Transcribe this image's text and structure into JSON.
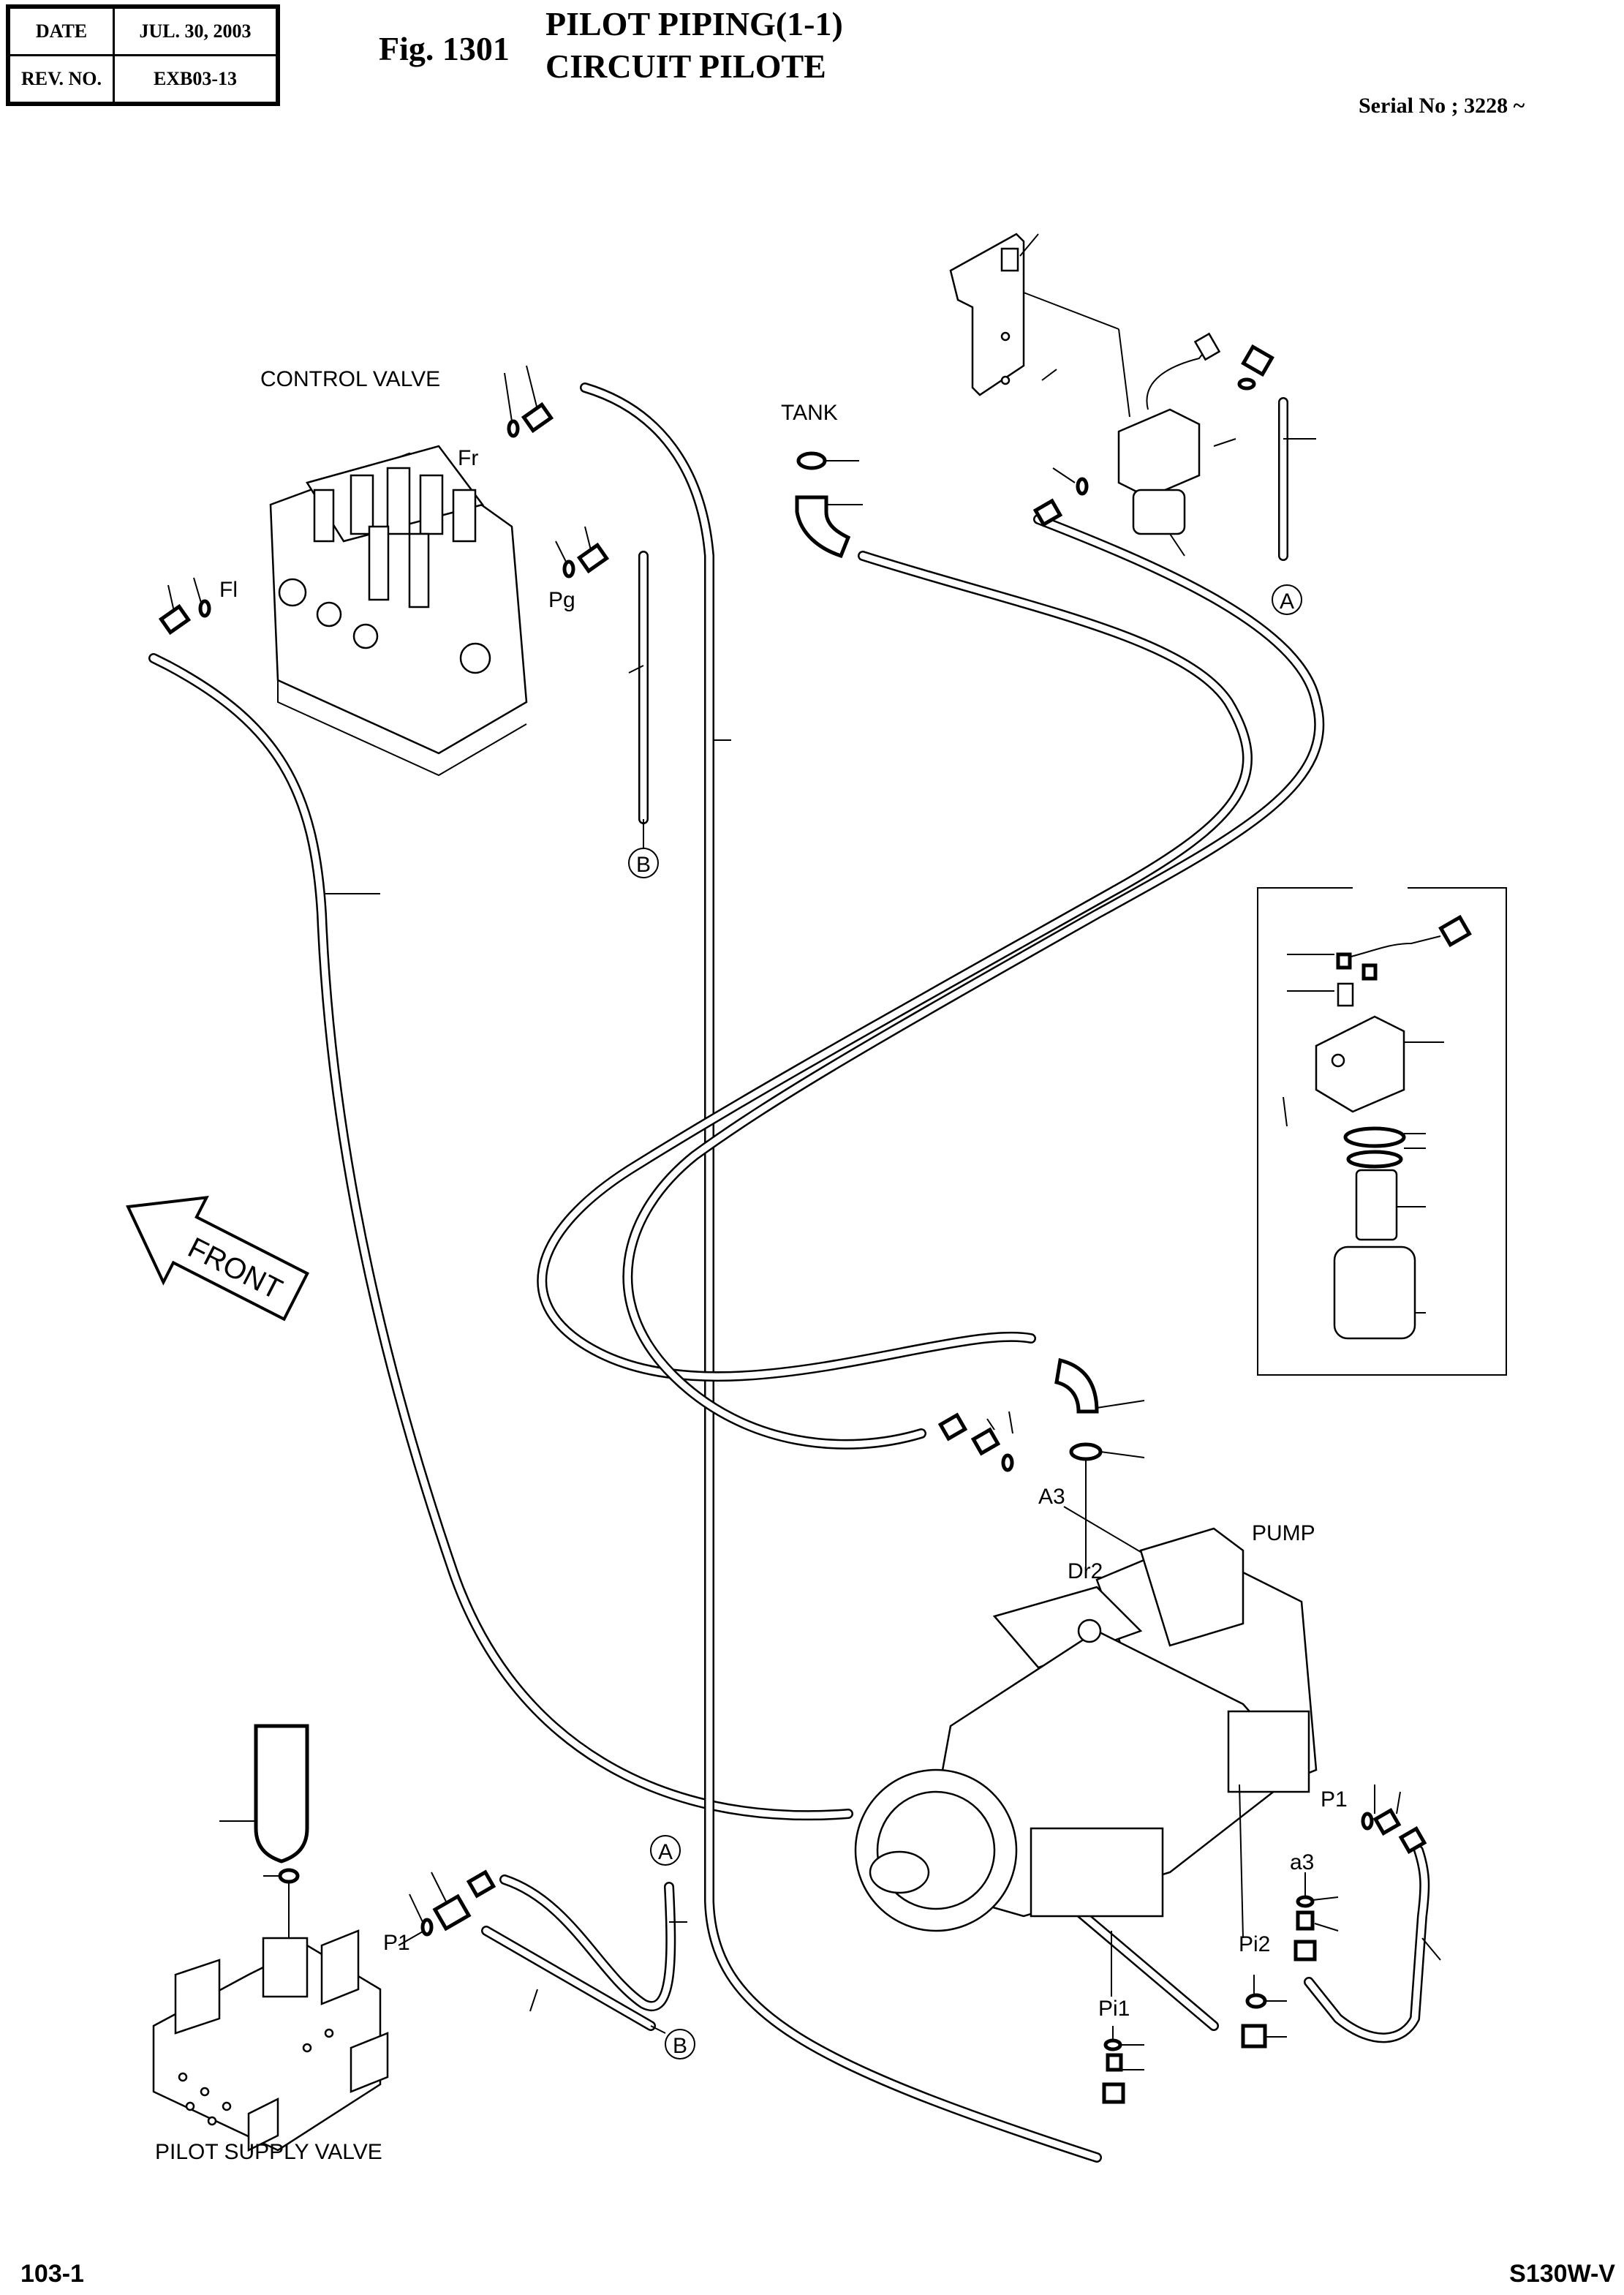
{
  "header": {
    "date_label": "DATE",
    "date_value": "JUL. 30, 2003",
    "rev_label": "REV. NO.",
    "rev_value": "EXB03-13",
    "fig_number": "Fig. 1301",
    "title_line1": "PILOT PIPING(1-1)",
    "title_line2": "CIRCUIT PILOTE",
    "serial": "Serial No ; 3228 ~"
  },
  "diagram": {
    "components": {
      "control_valve": "CONTROL VALVE",
      "tank": "TANK",
      "pump": "PUMP",
      "pilot_supply_valve": "PILOT SUPPLY VALVE",
      "front_arrow": "FRONT"
    },
    "ports": {
      "fr": "Fr",
      "fl": "Fl",
      "pg": "Pg",
      "a3": "A3",
      "dr2": "Dr2",
      "p1_pump": "P1",
      "a3_lower": "a3",
      "pi2": "Pi2",
      "pi1": "Pi1",
      "p1_supply": "P1"
    },
    "connectors": {
      "a_top": "A",
      "b_mid": "B",
      "a_bottom": "A",
      "b_bottom": "B"
    },
    "inset_label": ""
  },
  "footer": {
    "page": "103-1",
    "model": "S130W-V"
  }
}
